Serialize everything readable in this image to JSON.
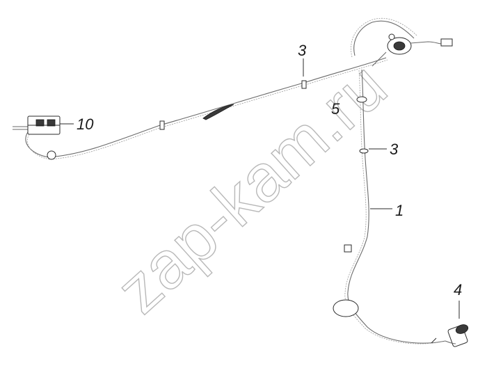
{
  "watermark": "zap-kam.ru",
  "callouts": {
    "c1": "1",
    "c3a": "3",
    "c3b": "3",
    "c4": "4",
    "c5": "5",
    "c10": "10"
  }
}
